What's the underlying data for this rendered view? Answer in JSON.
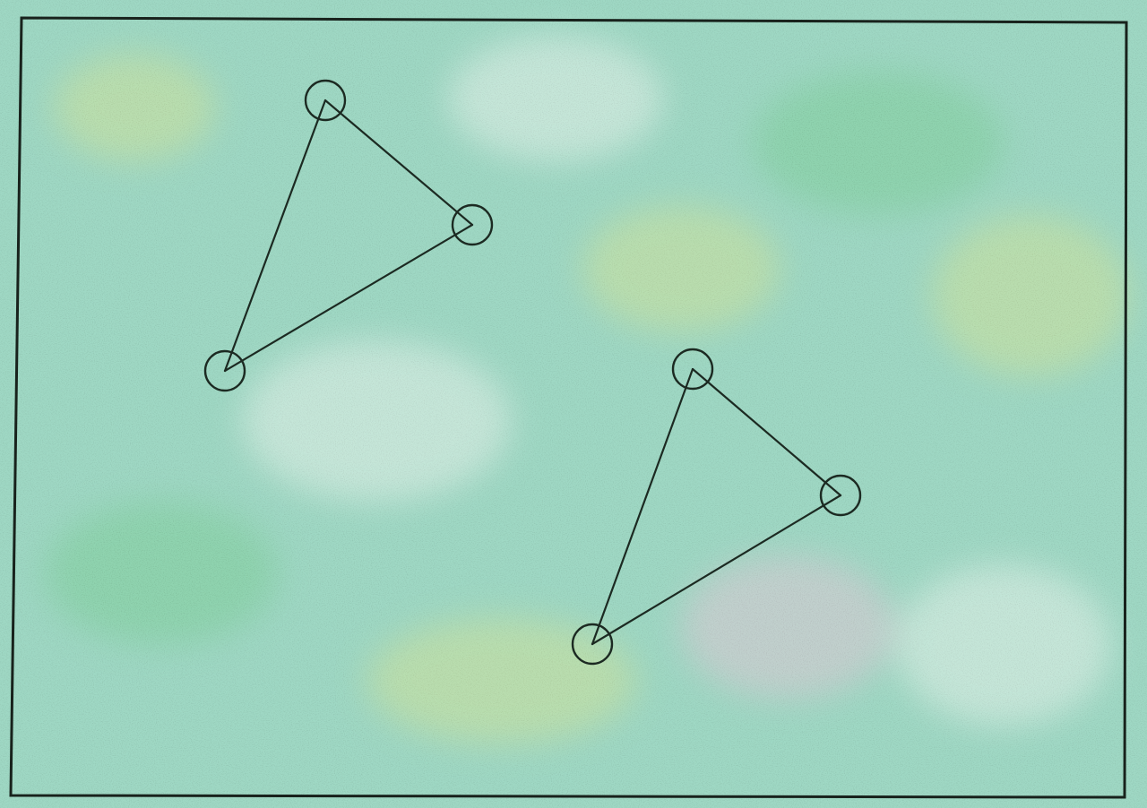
{
  "colors": {
    "background": "#9fd8c4",
    "ink": "#1c2a22",
    "blotch_green": "#7fcf9a",
    "blotch_yellow": "#d6e59a",
    "blotch_white": "#eef6ef",
    "blotch_pink": "#e6c9d8"
  },
  "graphs": [
    {
      "vertex_count": 3,
      "edge_count": 3,
      "shape": "triangle"
    },
    {
      "vertex_count": 3,
      "edge_count": 3,
      "shape": "triangle"
    }
  ]
}
